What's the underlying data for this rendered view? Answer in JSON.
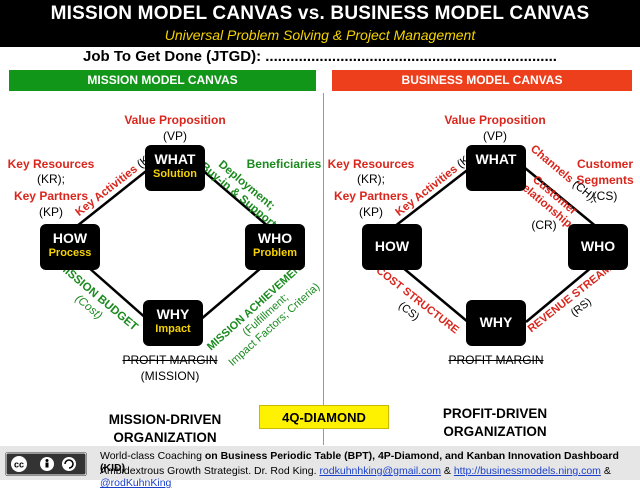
{
  "header": {
    "title": "MISSION MODEL CANVAS vs. BUSINESS MODEL CANVAS",
    "subtitle": "Universal Problem Solving & Project Management",
    "jtgd": "Job To Get Done (JTGD): ......................................................................"
  },
  "left": {
    "banner": "MISSION MODEL CANVAS",
    "value_prop": "Value Proposition",
    "value_prop_abbr": "(VP)",
    "key_resources": "Key Resources",
    "key_resources_abbr": "(KR);",
    "key_partners": "Key Partners",
    "key_partners_abbr": "(KP)",
    "beneficiaries": "Beneficiaries",
    "key_activities": "Key Activities",
    "key_activities_abbr": "(KA)",
    "deployment_1": "Deployment;",
    "deployment_2": "Buy-in & Support",
    "mission_budget": "MISSION BUDGET",
    "mission_budget_abbr": "(Cost)",
    "mission_achievement": "MISSION ACHIEVEMENT",
    "mission_achievement_2": "(Fulfillment;",
    "mission_achievement_3": "Impact Factors; Criteria)",
    "profit_margin": "PROFIT MARGIN",
    "profit_margin_sub": "(MISSION)",
    "nodes": {
      "what": {
        "title": "WHAT",
        "sub": "Solution"
      },
      "how": {
        "title": "HOW",
        "sub": "Process"
      },
      "who": {
        "title": "WHO",
        "sub": "Problem"
      },
      "why": {
        "title": "WHY",
        "sub": "Impact"
      }
    },
    "org_1": "MISSION-DRIVEN",
    "org_2": "ORGANIZATION"
  },
  "right": {
    "banner": "BUSINESS MODEL CANVAS",
    "value_prop": "Value Proposition",
    "value_prop_abbr": "(VP)",
    "key_resources": "Key Resources",
    "key_resources_abbr": "(KR);",
    "key_partners": "Key Partners",
    "key_partners_abbr": "(KP)",
    "customer_segments_1": "Customer",
    "customer_segments_2": "Segments",
    "customer_segments_abbr": "(CS)",
    "key_activities": "Key Activities",
    "key_activities_abbr": "(KA)",
    "channels": "Channels",
    "channels_abbr": "(CH);",
    "customer_rel_1": "Customer",
    "customer_rel_2": "Relationships",
    "customer_rel_abbr": "(CR)",
    "cost_structure": "COST STRUCTURE",
    "cost_structure_abbr": "(CS)",
    "revenue_streams": "REVENUE STREAMS",
    "revenue_streams_abbr": "(RS)",
    "profit_margin": "PROFIT MARGIN",
    "nodes": {
      "what": {
        "title": "WHAT"
      },
      "how": {
        "title": "HOW"
      },
      "who": {
        "title": "WHO"
      },
      "why": {
        "title": "WHY"
      }
    },
    "org_1": "PROFIT-DRIVEN",
    "org_2": "ORGANIZATION"
  },
  "center_box": "4Q-DIAMOND",
  "footer": {
    "line1_pre": "World-class Coaching ",
    "line1_bold": "on Business Periodic Table (BPT), 4P-Diamond, and Kanban Innovation Dashboard (KID)",
    "line2_pre": "Ambidextrous Growth Strategist. Dr. Rod King. ",
    "email": "rodkuhnhking@gmail.com",
    "sep1": " & ",
    "url": "http://businessmodels.ning.com",
    "sep2": " & ",
    "handle": "@rodKuhnKing"
  },
  "colors": {
    "green": "#12961a",
    "red": "#ee3f1d",
    "yellow": "#f5d300"
  }
}
